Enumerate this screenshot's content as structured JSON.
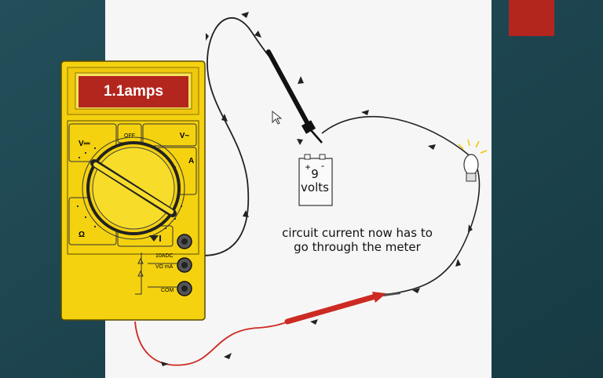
{
  "slide": {
    "display_reading": "1.1amps",
    "caption_line1": "circuit current now has to",
    "caption_line2": "go through the meter"
  },
  "battery": {
    "plus": "+",
    "minus": "-",
    "value": "9",
    "unit": "volts"
  },
  "meter": {
    "label_vdc": "V⎓",
    "label_off": "OFF",
    "label_vac": "V~",
    "label_ohm": "Ω",
    "label_amp": "A",
    "label_10adc": "10ADC",
    "label_vma": "VΩ mA",
    "label_com": "COM"
  },
  "colors": {
    "background_teal": "#1f4650",
    "slide_white": "#f6f6f6",
    "accent_red": "#b3261e",
    "meter_yellow": "#f4d20f",
    "probe_red": "#cc2a22",
    "wire_black": "#222222"
  }
}
